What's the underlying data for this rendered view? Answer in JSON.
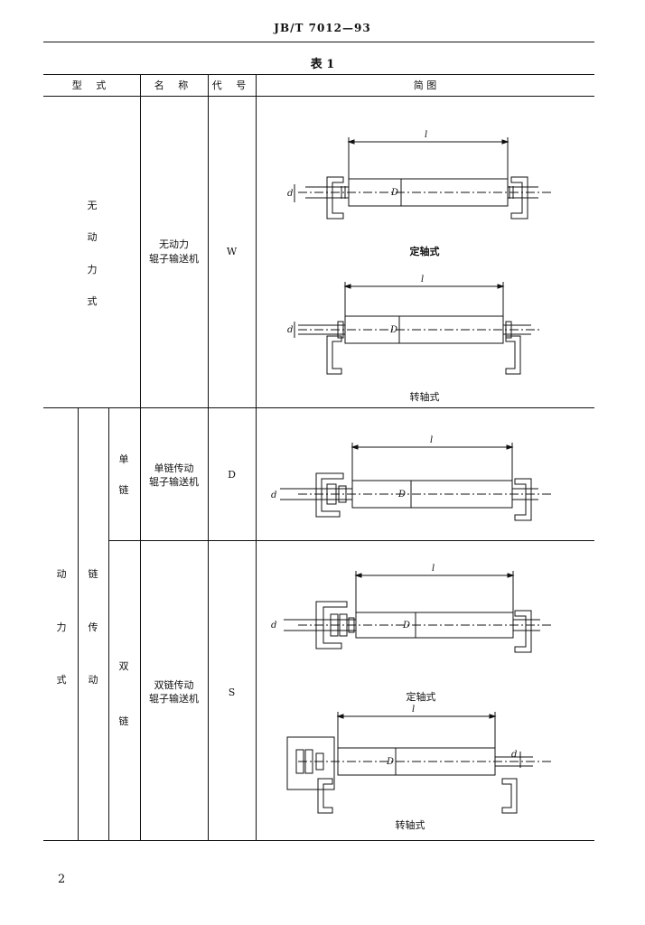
{
  "header": {
    "standard_no": "JB/T  7012—93"
  },
  "table_title": "表  1",
  "columns": {
    "type": "型 式",
    "name": "名 称",
    "code": "代 号",
    "diagram": "简          图"
  },
  "rows": {
    "unpowered": {
      "type_chars": [
        "无",
        "动",
        "力",
        "式"
      ],
      "name_line1": "无动力",
      "name_line2": "辊子输送机",
      "code": "W",
      "caption_fixed": "定轴式",
      "caption_rotating": "转轴式"
    },
    "powered": {
      "type_chars": [
        "动",
        "力",
        "式"
      ],
      "sub_chars": [
        "链",
        "传",
        "动"
      ],
      "single": {
        "chars": [
          "单",
          "链"
        ],
        "name_line1": "单链传动",
        "name_line2": "辊子输送机",
        "code": "D"
      },
      "double": {
        "chars": [
          "双",
          "链"
        ],
        "name_line1": "双链传动",
        "name_line2": "辊子输送机",
        "code": "S",
        "caption_fixed": "定轴式",
        "caption_rotating": "转轴式"
      }
    }
  },
  "diagram_labels": {
    "length": "l",
    "dia_roller": "D",
    "dia_shaft": "d"
  },
  "page_number": "2"
}
